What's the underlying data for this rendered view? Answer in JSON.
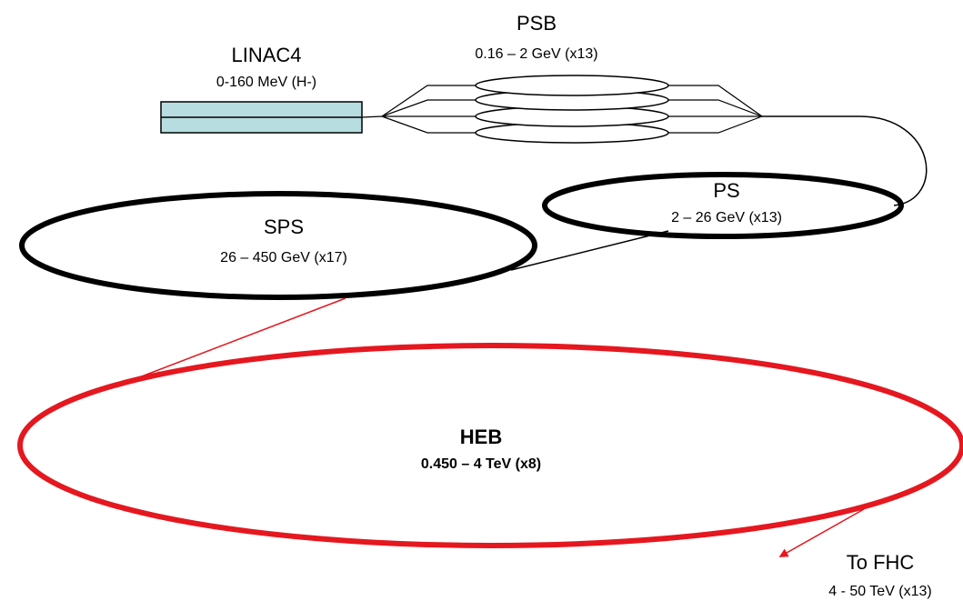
{
  "colors": {
    "linac_fill": "#b7dde0",
    "line": "#000000",
    "heb": "#e5171f"
  },
  "linac4": {
    "name": "LINAC4",
    "energy": "0-160 MeV (H-)"
  },
  "psb": {
    "name": "PSB",
    "energy": "0.16 – 2 GeV (x13)"
  },
  "ps": {
    "name": "PS",
    "energy": "2 – 26 GeV (x13)"
  },
  "sps": {
    "name": "SPS",
    "energy": "26 – 450 GeV (x17)"
  },
  "heb": {
    "name": "HEB",
    "energy": "0.450 – 4 TeV (x8)"
  },
  "fhc": {
    "name": "To FHC",
    "energy": "4 - 50 TeV (x13)"
  }
}
